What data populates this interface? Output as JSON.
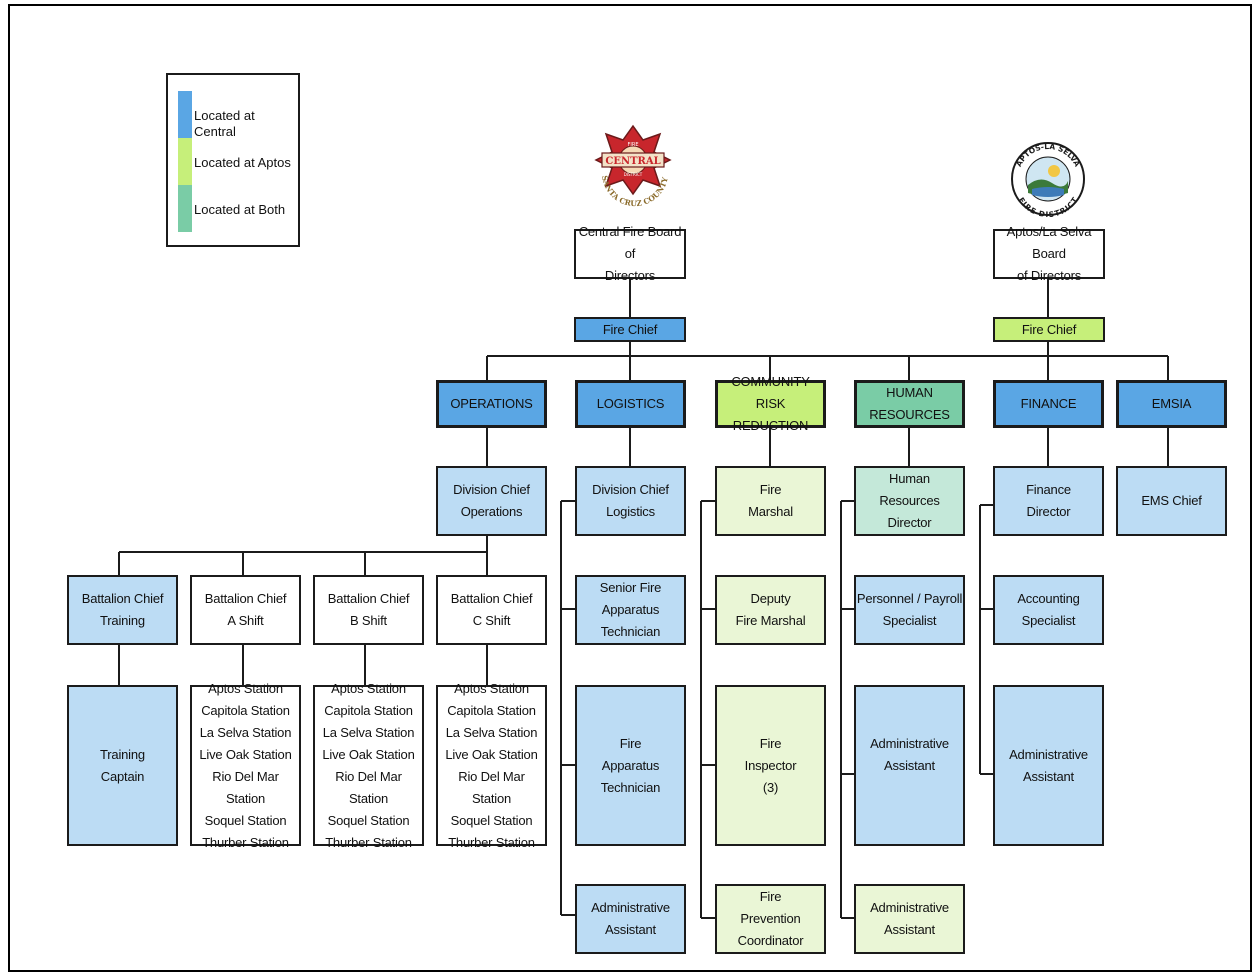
{
  "colors": {
    "central": "#5aa6e4",
    "central_light": "#bcdcf4",
    "aptos": "#c6ef7a",
    "aptos_light": "#eaf6d6",
    "both": "#7acca6",
    "both_light": "#c4e8d9"
  },
  "legend": {
    "items": [
      {
        "label": "Located at Central",
        "color": "#5aa6e4"
      },
      {
        "label": "Located at Aptos",
        "color": "#c6ef7a"
      },
      {
        "label": "Located at Both",
        "color": "#7acca6"
      }
    ]
  },
  "logos": {
    "central": {
      "top_text": "FIRE",
      "name": "CENTRAL",
      "sub_text": "DISTRICT",
      "arc_text": "SANTA CRUZ COUNTY",
      "icon": "maltese-cross-logo"
    },
    "aptos": {
      "top_text": "APTOS-LA SELVA",
      "bottom_text": "FIRE DISTRICT",
      "icon": "circular-seal-logo"
    }
  },
  "boards": {
    "central": "Central Fire Board of\nDirectors",
    "aptos": "Aptos/La Selva Board\nof Directors"
  },
  "chiefs": {
    "central": "Fire Chief",
    "aptos": "Fire Chief"
  },
  "departments": {
    "operations": "OPERATIONS",
    "logistics": "LOGISTICS",
    "crr": "COMMUNITY RISK\nREDUCTION",
    "hr": "HUMAN\nRESOURCES",
    "finance": "FINANCE",
    "emsia": "EMSIA"
  },
  "operations": {
    "division_chief": "Division Chief\nOperations",
    "bc_training": "Battalion Chief\nTraining",
    "bc_a": "Battalion Chief\nA Shift",
    "bc_b": "Battalion Chief\nB Shift",
    "bc_c": "Battalion Chief\nC Shift",
    "training_captain": "Training\nCaptain",
    "stations": "Aptos Station\nCapitola Station\nLa Selva Station\nLive Oak Station\nRio Del Mar Station\nSoquel Station\nThurber Station"
  },
  "logistics": {
    "division_chief": "Division Chief\nLogistics",
    "senior_tech": "Senior Fire\nApparatus\nTechnician",
    "tech": "Fire\nApparatus\nTechnician",
    "admin": "Administrative\nAssistant"
  },
  "crr": {
    "fire_marshal": "Fire\nMarshal",
    "deputy": "Deputy\nFire Marshal",
    "inspector": "Fire\nInspector\n(3)",
    "coordinator": "Fire\nPrevention\nCoordinator"
  },
  "hr": {
    "director": "Human\nResources\nDirector",
    "payroll": "Personnel / Payroll\nSpecialist",
    "admin1": "Administrative\nAssistant",
    "admin2": "Administrative\nAssistant"
  },
  "finance": {
    "director": "Finance\nDirector",
    "accounting": "Accounting\nSpecialist",
    "admin": "Administrative\nAssistant"
  },
  "emsia": {
    "chief": "EMS Chief"
  }
}
